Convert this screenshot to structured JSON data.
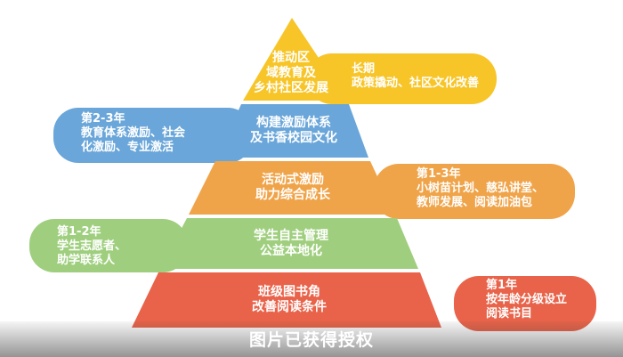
{
  "colors": {
    "yellow": "#f7c528",
    "blue": "#6aa6d9",
    "orange": "#f0a44a",
    "green": "#9fcf7e",
    "red": "#e8634a"
  },
  "pyramid": [
    {
      "lines": [
        "推动区",
        "域教育及",
        "乡村社区发展"
      ]
    },
    {
      "lines": [
        "构建激励体系",
        "及书香校园文化"
      ]
    },
    {
      "lines": [
        "活动式激励",
        "助力综合成长"
      ]
    },
    {
      "lines": [
        "学生自主管理",
        "公益本地化"
      ]
    },
    {
      "lines": [
        "班级图书角",
        "改善阅读条件"
      ]
    }
  ],
  "callouts": [
    {
      "heading": "长期",
      "lines": [
        "政策撬动、社区文化改善"
      ]
    },
    {
      "heading": "第2-3年",
      "lines": [
        "教育体系激励、社会",
        "化激励、专业激活"
      ]
    },
    {
      "heading": "第1-3年",
      "lines": [
        "小树苗计划、慈弘讲堂、",
        "教师发展、阅读加油包"
      ]
    },
    {
      "heading": "第1-2年",
      "lines": [
        "学生志愿者、",
        "助学联系人"
      ]
    },
    {
      "heading": "第1年",
      "lines": [
        "按年龄分级设立",
        "阅读书目"
      ]
    }
  ],
  "watermark": "图片已获得授权"
}
